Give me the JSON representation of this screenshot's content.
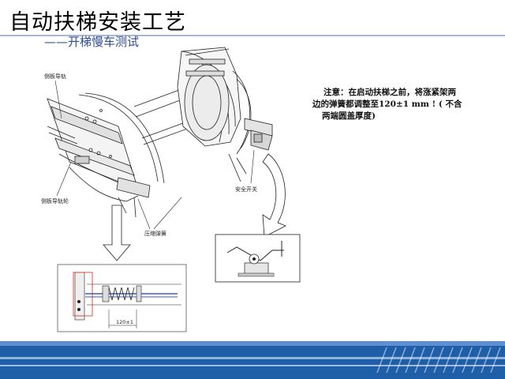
{
  "slide": {
    "title": "自动扶梯安装工艺",
    "subtitle": "——开梯慢车测试",
    "note": {
      "line1": "注意：在启动扶梯之前，将涨紧架两",
      "line2": "边的弹簧都调整至120±1 mm ! ( 不含",
      "line3": "两端圆盖厚度)"
    }
  },
  "labels": {
    "side_guide_rail": "侧板导轨",
    "side_guide_wheel": "侧板导轨轮",
    "safety_switch": "安全开关",
    "compression_spring": "压缩弹簧",
    "dimension": "120±1"
  },
  "colors": {
    "title_blue": "#2f4c9a",
    "footer_blue": "#1f5fa8",
    "rod_blue": "#3b5cc4",
    "frame_red": "#d9413a"
  }
}
